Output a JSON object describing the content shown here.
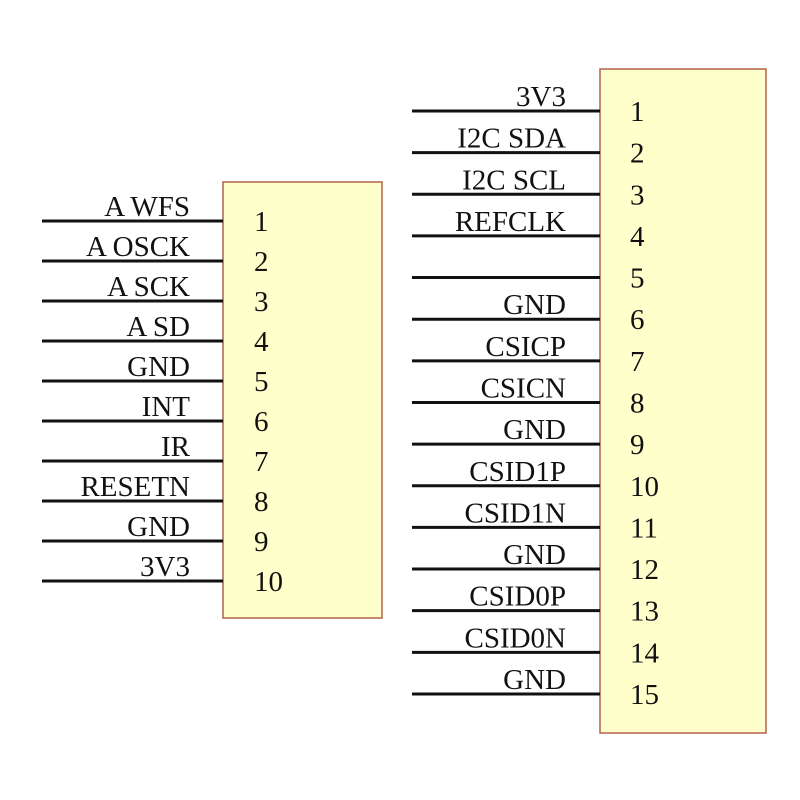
{
  "colors": {
    "body_fill": "#ffffcc",
    "body_stroke": "#b0624a",
    "wire": "#111111",
    "text": "#111111"
  },
  "connectors": [
    {
      "pins": [
        {
          "number": "1",
          "label": "A WFS"
        },
        {
          "number": "2",
          "label": "A OSCK"
        },
        {
          "number": "3",
          "label": "A SCK"
        },
        {
          "number": "4",
          "label": "A SD"
        },
        {
          "number": "5",
          "label": "GND"
        },
        {
          "number": "6",
          "label": "INT"
        },
        {
          "number": "7",
          "label": "IR"
        },
        {
          "number": "8",
          "label": "RESETN"
        },
        {
          "number": "9",
          "label": "GND"
        },
        {
          "number": "10",
          "label": "3V3"
        }
      ]
    },
    {
      "pins": [
        {
          "number": "1",
          "label": "3V3"
        },
        {
          "number": "2",
          "label": "I2C SDA"
        },
        {
          "number": "3",
          "label": "I2C SCL"
        },
        {
          "number": "4",
          "label": "REFCLK"
        },
        {
          "number": "5",
          "label": ""
        },
        {
          "number": "6",
          "label": "GND"
        },
        {
          "number": "7",
          "label": "CSICP"
        },
        {
          "number": "8",
          "label": "CSICN"
        },
        {
          "number": "9",
          "label": "GND"
        },
        {
          "number": "10",
          "label": "CSID1P"
        },
        {
          "number": "11",
          "label": "CSID1N"
        },
        {
          "number": "12",
          "label": "GND"
        },
        {
          "number": "13",
          "label": "CSID0P"
        },
        {
          "number": "14",
          "label": "CSID0N"
        },
        {
          "number": "15",
          "label": "GND"
        }
      ]
    }
  ]
}
